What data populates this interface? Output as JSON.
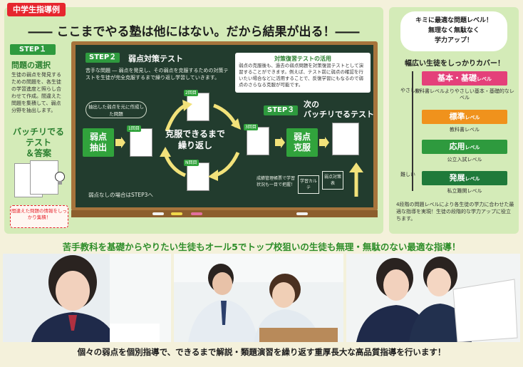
{
  "tag": "中学生指導例",
  "headline": "―― ここまでやる塾は他にはない。だから結果が出る！――",
  "step1": {
    "tag": "STEP１",
    "title": "問題の選択",
    "desc": "生徒の弱点を発見するための問題を、各生徒の学習進度と照らし合わせて作成。間違えた問題を集積して、弱点分野を抽出します。",
    "test_title_1": "バッチリでる",
    "test_title_2": "テスト",
    "test_title_3": "＆答案",
    "note": "間違えた問題の情報をしっかり集積！"
  },
  "step2": {
    "tag": "STEP２",
    "head": "弱点対策テスト",
    "desc": "苦手な問題 ― 弱点を発見し、その弱点を克服するための対策テストを生徒が完全克服するまで繰り返し学習していきます。",
    "extract_1": "弱点",
    "extract_2": "抽出",
    "cloud": "抽出した弱点を元に作成した問題",
    "rounds": [
      "1回目",
      "2回目",
      "3回目",
      "N回目"
    ],
    "cycle_1": "克服できるまで",
    "cycle_2": "繰り返し",
    "footer": "弱点なしの場合はSTEP3へ"
  },
  "mini_note": {
    "title": "対策復習テストの活用",
    "body": "弱点の克服後も、過去の弱点問題を対策復習テストとして演習することができます。例えば、テスト前に弱点の確認を行いたい場合などに活用することで、反復学習にもなるので弱点のさらなる克服が可能です。"
  },
  "step3": {
    "tag": "STEP３",
    "head_1": "次の",
    "head_2": "バッチリでるテスト",
    "overcome_1": "弱点",
    "overcome_2": "克服",
    "manage": "成績管理帳票で学習状況も一目で把握！",
    "card_1": "学習カルテ",
    "card_2": "弱点対策表"
  },
  "right": {
    "speech": [
      "キミに最適な問題レベル！",
      "無理なく無駄なく",
      "学力アップ！"
    ],
    "cover": "幅広い生徒をしっかりカバー！",
    "axis_top": "やさしい",
    "axis_bottom": "難しい",
    "levels": [
      {
        "name": "基本・基礎",
        "suffix": "レベル",
        "sub": "教科書レベルよりやさしい基本・基礎的なレベル",
        "color": "#e4407a"
      },
      {
        "name": "標準",
        "suffix": "レベル",
        "sub": "教科書レベル",
        "color": "#f0921c"
      },
      {
        "name": "応用",
        "suffix": "レベル",
        "sub": "公立入試レベル",
        "color": "#2e9a3e"
      },
      {
        "name": "発展",
        "suffix": "レベル",
        "sub": "私立難関レベル",
        "color": "#1f7a3a"
      }
    ],
    "desc": "4段階の問題レベルにより各生徒の学力に合わせた最適な指導を実現！生徒の段階的な学力アップに役立ちます。"
  },
  "slogan": "苦手教科を基礎からやりたい生徒もオール5でトップ校狙いの生徒も無理・無駄のない最適な指導！",
  "bottom_banner": "個々の弱点を個別指導で、できるまで解説・類題演習を繰り返す重厚長大な高品質指導を行います！",
  "colors": {
    "green": "#2e9a3e",
    "red": "#e6262e",
    "board": "#223c2e"
  }
}
